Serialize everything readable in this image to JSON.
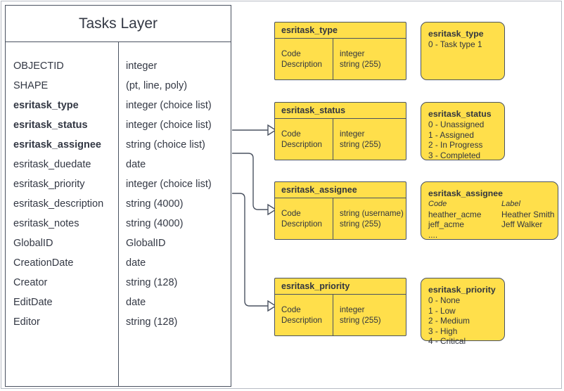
{
  "diagram": {
    "accent_yellow": "#ffdf4b",
    "line_color": "#4a5260",
    "background": "#ffffff"
  },
  "entity": {
    "title": "Tasks Layer",
    "fields": [
      {
        "name": "OBJECTID",
        "type": "integer",
        "bold": false
      },
      {
        "name": "SHAPE",
        "type": "(pt, line, poly)",
        "bold": false
      },
      {
        "name": "esritask_type",
        "type": "integer (choice list)",
        "bold": true
      },
      {
        "name": "esritask_status",
        "type": "integer (choice list)",
        "bold": true
      },
      {
        "name": "esritask_assignee",
        "type": "string (choice list)",
        "bold": true
      },
      {
        "name": "esritask_duedate",
        "type": "date",
        "bold": false
      },
      {
        "name": "esritask_priority",
        "type": "integer (choice list)",
        "bold": false
      },
      {
        "name": "esritask_description",
        "type": "string (4000)",
        "bold": false
      },
      {
        "name": "esritask_notes",
        "type": "string (4000)",
        "bold": false
      },
      {
        "name": "GlobalID",
        "type": "GlobalID",
        "bold": false
      },
      {
        "name": "CreationDate",
        "type": "date",
        "bold": false
      },
      {
        "name": "Creator",
        "type": "string (128)",
        "bold": false
      },
      {
        "name": "EditDate",
        "type": "date",
        "bold": false
      },
      {
        "name": "Editor",
        "type": "string (128)",
        "bold": false
      }
    ]
  },
  "domain_tables": {
    "type": {
      "title": "esritask_type",
      "code_label": "Code",
      "description_label": "Description",
      "code_type": "integer",
      "description_type": "string (255)"
    },
    "status": {
      "title": "esritask_status",
      "code_label": "Code",
      "description_label": "Description",
      "code_type": "integer",
      "description_type": "string (255)"
    },
    "assignee": {
      "title": "esritask_assignee",
      "code_label": "Code",
      "description_label": "Description",
      "code_type": "string  (username)",
      "description_type": "string (255)"
    },
    "priority": {
      "title": "esritask_priority",
      "code_label": "Code",
      "description_label": "Description",
      "code_type": "integer",
      "description_type": "string (255)"
    }
  },
  "value_lists": {
    "type": {
      "title": "esritask_type",
      "values": [
        "0 - Task type 1"
      ]
    },
    "status": {
      "title": "esritask_status",
      "values": [
        "0 - Unassigned",
        "1 - Assigned",
        "2 - In Progress",
        "3 - Completed"
      ]
    },
    "assignee": {
      "title": "esritask_assignee",
      "header_code": "Code",
      "header_label": "Label",
      "rows": [
        {
          "code": "heather_acme",
          "label": "Heather Smith"
        },
        {
          "code": "jeff_acme",
          "label": "Jeff Walker"
        }
      ],
      "ellipsis": "...."
    },
    "priority": {
      "title": "esritask_priority",
      "values": [
        "0 - None",
        "1 - Low",
        "2 - Medium",
        "3 - High",
        "4 - Critical"
      ]
    }
  }
}
